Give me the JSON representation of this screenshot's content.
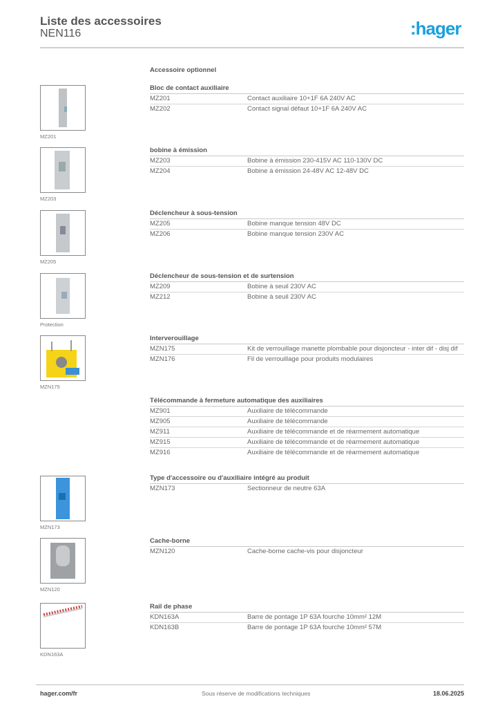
{
  "header": {
    "title": "Liste des accessoires",
    "subtitle": "NEN116",
    "logo": ":hager"
  },
  "optional_label": "Accessoire optionnel",
  "sections": [
    {
      "title": "Bloc de contact auxiliaire",
      "image_caption": "MZ201",
      "image": "auxiliary-contact-image",
      "rows": [
        {
          "code": "MZ201",
          "desc": "Contact auxiliaire 10+1F 6A 240V AC"
        },
        {
          "code": "MZ202",
          "desc": "Contact signal défaut 10+1F 6A 240V AC"
        }
      ]
    },
    {
      "title": "bobine à émission",
      "image_caption": "MZ203",
      "image": "shunt-trip-image",
      "rows": [
        {
          "code": "MZ203",
          "desc": "Bobine à émission 230-415V AC 110-130V DC"
        },
        {
          "code": "MZ204",
          "desc": "Bobine à émission 24-48V AC 12-48V DC"
        }
      ]
    },
    {
      "title": "Déclencheur à sous-tension",
      "image_caption": "MZ205",
      "image": "undervoltage-release-image",
      "rows": [
        {
          "code": "MZ205",
          "desc": "Bobine manque tension 48V DC"
        },
        {
          "code": "MZ206",
          "desc": "Bobine manque tension 230V AC"
        }
      ]
    },
    {
      "title": "Déclencheur de sous-tension et de surtension",
      "image_caption": "Protection",
      "image": "voltage-release-image",
      "rows": [
        {
          "code": "MZ209",
          "desc": "Bobine à seuil 230V AC"
        },
        {
          "code": "MZ212",
          "desc": "Bobine à seuil 230V AC"
        }
      ]
    },
    {
      "title": "Interverouillage",
      "image_caption": "MZN175",
      "image": "locking-kit-image",
      "rows": [
        {
          "code": "MZN175",
          "desc": "Kit de verrouillage manette plombable pour disjoncteur - inter dif - disj dif"
        },
        {
          "code": "MZN176",
          "desc": "Fil de verrouillage pour produits modulaires"
        }
      ]
    },
    {
      "title": "Télécommande à fermeture automatique des auxiliaires",
      "rows": [
        {
          "code": "MZ901",
          "desc": "Auxiliaire de télécommande"
        },
        {
          "code": "MZ905",
          "desc": "Auxiliaire de télécommande"
        },
        {
          "code": "MZ911",
          "desc": "Auxiliaire de télécommande et de réarmement automatique"
        },
        {
          "code": "MZ915",
          "desc": "Auxiliaire de télécommande et de réarmement automatique"
        },
        {
          "code": "MZ916",
          "desc": "Auxiliaire de télécommande et de réarmement automatique"
        }
      ]
    },
    {
      "title": "Type d'accessoire ou d'auxiliaire intégré au produit",
      "image_caption": "MZN173",
      "image": "neutral-disconnector-image",
      "rows": [
        {
          "code": "MZN173",
          "desc": "Sectionneur de neutre 63A"
        }
      ]
    },
    {
      "title": "Cache-borne",
      "image_caption": "MZN120",
      "image": "terminal-cover-image",
      "rows": [
        {
          "code": "MZN120",
          "desc": "Cache-borne cache-vis pour disjoncteur"
        }
      ]
    },
    {
      "title": "Rail de phase",
      "image_caption": "KDN163A",
      "image": "busbar-image",
      "rows": [
        {
          "code": "KDN163A",
          "desc": "Barre de pontage 1P 63A fourche 10mm² 12M"
        },
        {
          "code": "KDN163B",
          "desc": "Barre de pontage 1P 63A fourche 10mm² 57M"
        }
      ]
    }
  ],
  "footer": {
    "website": "hager.com/fr",
    "notice": "Sous réserve de modifications techniques",
    "date": "18.06.2025"
  },
  "colors": {
    "brand": "#1aa0dc",
    "text": "#555555",
    "rule": "#c8c8c8"
  }
}
